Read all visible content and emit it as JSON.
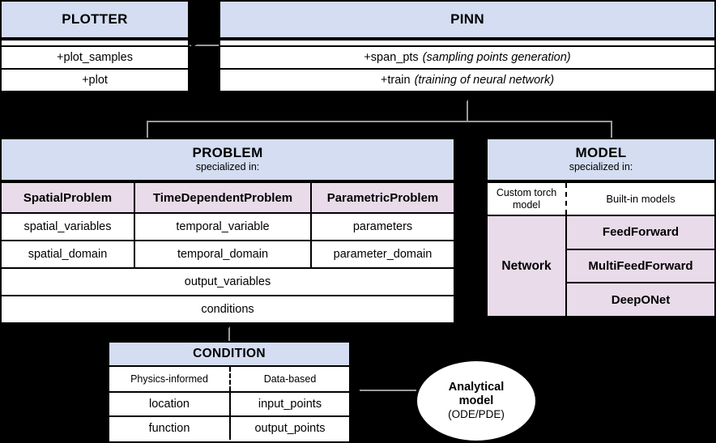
{
  "diagram": {
    "title": "PINA software architecture UML class diagram",
    "background_color": "#000000",
    "header_fill": "#d4ddf1",
    "subclass_fill": "#e9dbea",
    "body_fill": "#ffffff",
    "border_color": "#000000"
  },
  "plotter": {
    "title": "PLOTTER",
    "methods": [
      {
        "name": "+plot_samples"
      },
      {
        "name": "+plot"
      }
    ]
  },
  "pinn": {
    "title": "PINN",
    "methods": [
      {
        "name": "+span_pts",
        "note": "(sampling points generation)"
      },
      {
        "name": "+train",
        "note": "(training of neural network)"
      }
    ]
  },
  "problem": {
    "title": "PROBLEM",
    "subtitle": "specialized in:",
    "subclasses": [
      "SpatialProblem",
      "TimeDependentProblem",
      "ParametricProblem"
    ],
    "attribute_rows": [
      [
        "spatial_variables",
        "temporal_variable",
        "parameters"
      ],
      [
        "spatial_domain",
        "temporal_domain",
        "parameter_domain"
      ]
    ],
    "shared_rows": [
      "output_variables",
      "conditions"
    ]
  },
  "model": {
    "title": "MODEL",
    "subtitle": "specialized in:",
    "left_header": "Custom torch model",
    "right_header": "Built-in models",
    "left_item": "Network",
    "right_items": [
      "FeedForward",
      "MultiFeedForward",
      "DeepONet"
    ]
  },
  "condition": {
    "title": "CONDITION",
    "column_headers": [
      "Physics-informed",
      "Data-based"
    ],
    "rows": [
      [
        "location",
        "input_points"
      ],
      [
        "function",
        "output_points"
      ]
    ]
  },
  "analytical_model": {
    "line1": "Analytical",
    "line2": "model",
    "line3": "(ODE/PDE)"
  },
  "connectors": [
    {
      "name": "plotter-to-pinn",
      "type": "aggregation-diamond"
    },
    {
      "name": "pinn-to-problem",
      "type": "aggregation-diamond"
    },
    {
      "name": "pinn-to-model",
      "type": "aggregation-diamond"
    },
    {
      "name": "problem-to-condition",
      "type": "aggregation-diamond"
    },
    {
      "name": "analytical-model-to-condition",
      "type": "arrow"
    }
  ]
}
